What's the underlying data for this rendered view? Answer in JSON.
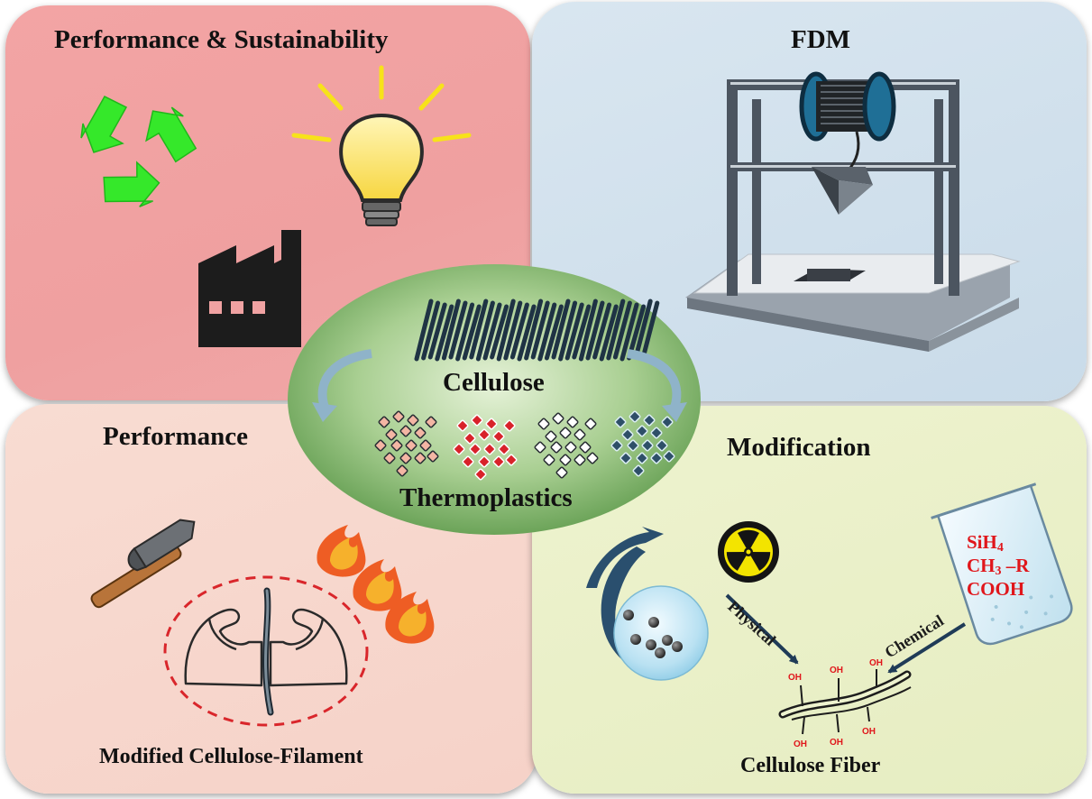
{
  "panels": {
    "top_left": {
      "title": "Performance & Sustainability"
    },
    "top_right": {
      "title": "FDM"
    },
    "bottom_left": {
      "title": "Performance",
      "caption": "Modified Cellulose-Filament"
    },
    "bottom_right": {
      "title": "Modification",
      "caption": "Cellulose Fiber"
    }
  },
  "center": {
    "label_top": "Cellulose",
    "label_bottom": "Thermoplastics"
  },
  "modification": {
    "physical_label": "Physical",
    "chemical_label": "Chemical",
    "reagents": [
      "SiH4",
      "CH3 –R",
      "COOH"
    ],
    "hydroxyl_label": "OH"
  },
  "icons": [
    "recycle-icon",
    "light-bulb-icon",
    "factory-icon",
    "fdm-printer-icon",
    "hammer-icon",
    "flame-icon",
    "flexed-arms-icon",
    "radiation-icon",
    "beaker-icon",
    "sphere-icon",
    "cellulose-fiber-icon"
  ],
  "colors": {
    "panel_tl": "#f0a2a2",
    "panel_tr": "#d2e2ee",
    "panel_bl": "#f7d6cc",
    "panel_br": "#e9efc6",
    "center_ellipse": "#7fb56a",
    "recycle_green": "#35e82a",
    "chem_red": "#e0161b",
    "arrow_navy": "#1f3b57"
  }
}
